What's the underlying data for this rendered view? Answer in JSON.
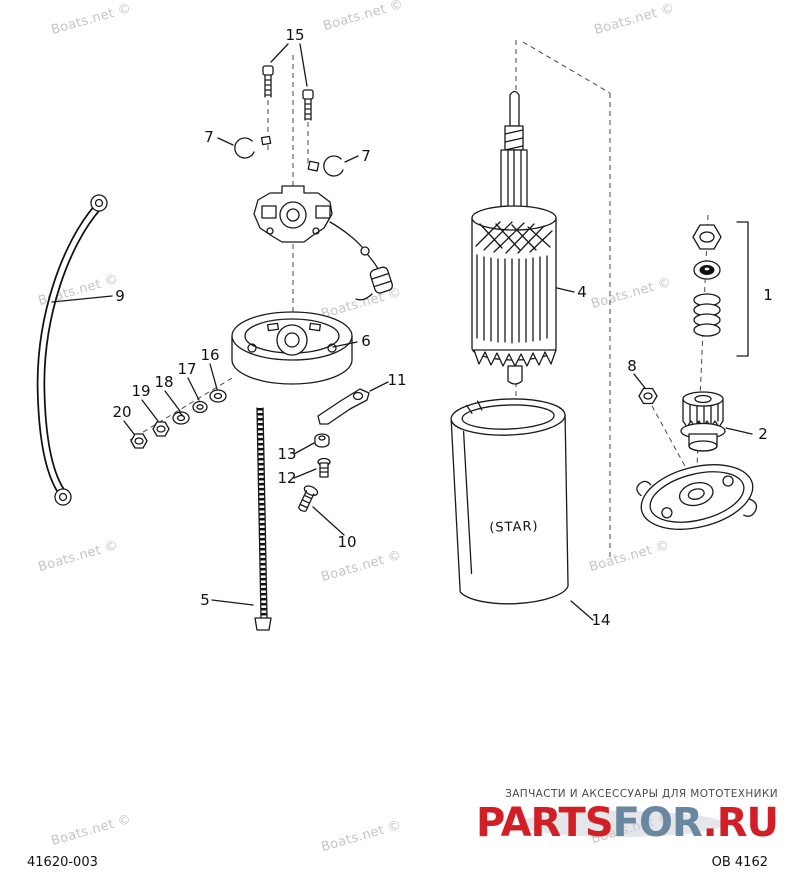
{
  "watermark": {
    "text": "Boats.net ©"
  },
  "diagram": {
    "star_label": "(STAR)",
    "part_labels": [
      {
        "text": "15"
      },
      {
        "text": "7"
      },
      {
        "text": "7"
      },
      {
        "text": "9"
      },
      {
        "text": "6"
      },
      {
        "text": "16"
      },
      {
        "text": "17"
      },
      {
        "text": "18"
      },
      {
        "text": "19"
      },
      {
        "text": "20"
      },
      {
        "text": "11"
      },
      {
        "text": "13"
      },
      {
        "text": "12"
      },
      {
        "text": "10"
      },
      {
        "text": "5"
      },
      {
        "text": "4"
      },
      {
        "text": "14"
      },
      {
        "text": "1"
      },
      {
        "text": "8"
      },
      {
        "text": "2"
      }
    ]
  },
  "footer": {
    "drawing_number": "41620-003",
    "sheet_code": "OB 4162"
  },
  "vendor": {
    "tagline": "ЗАПЧАСТИ И АКСЕССУАРЫ ДЛЯ МОТОТЕХНИКИ",
    "logo": {
      "part1": "PARTS",
      "part2": "FOR",
      "part3": ".RU"
    },
    "colors": {
      "red": "#d21f26",
      "blue": "#6a87a0",
      "watermark_gray": "#c5c5c5"
    }
  }
}
